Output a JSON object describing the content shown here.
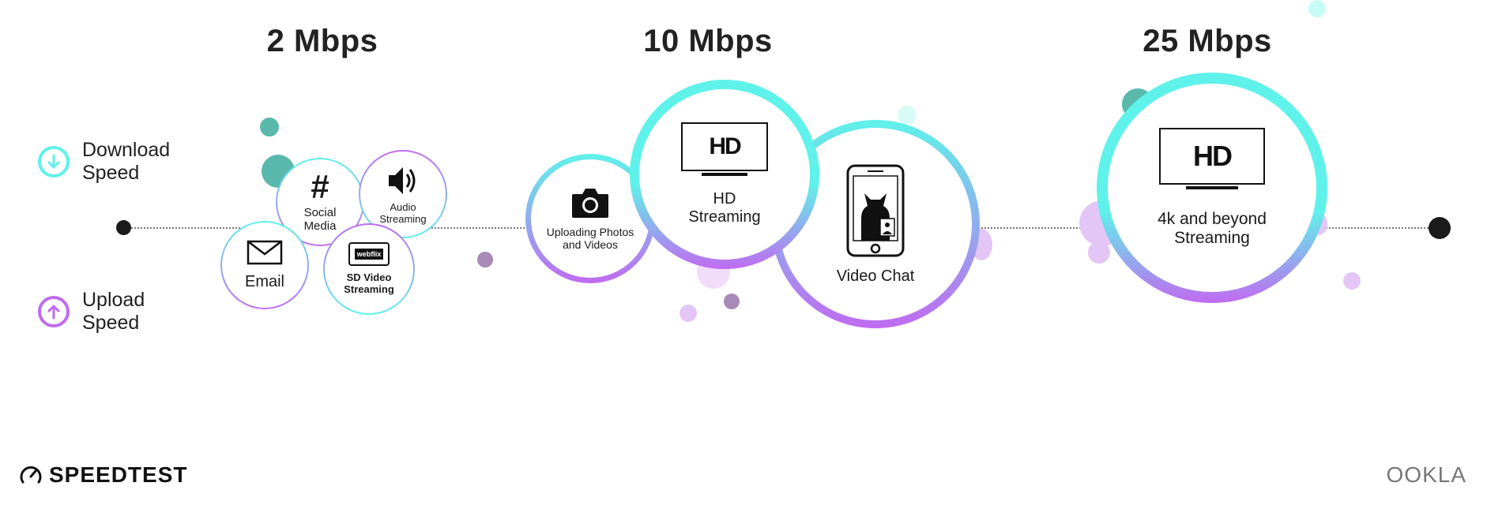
{
  "headings": {
    "tier1": "2 Mbps",
    "tier2": "10 Mbps",
    "tier3": "25 Mbps"
  },
  "legend": {
    "download": "Download\nSpeed",
    "download_line1": "Download",
    "download_line2": "Speed",
    "upload_line1": "Upload",
    "upload_line2": "Speed"
  },
  "activities": {
    "social_line1": "Social",
    "social_line2": "Media",
    "audio_line1": "Audio",
    "audio_line2": "Streaming",
    "email": "Email",
    "sd_line1": "SD Video",
    "sd_line2": "Streaming",
    "sd_brand": "webflix",
    "photos_line1": "Uploading Photos",
    "photos_line2": "and Videos",
    "hd_line1": "HD",
    "hd_line2": "Streaming",
    "hd_logo": "HD",
    "videochat": "Video Chat",
    "k4_line1": "4k and beyond",
    "k4_line2": "Streaming",
    "k4_logo": "HD"
  },
  "brand": {
    "speedtest": "SPEEDTEST",
    "ookla": "OOKLA"
  },
  "colors": {
    "download": "#5ff2ea",
    "upload": "#c06bf0",
    "dark": "#1a1a1a",
    "teal_dot": "#5ab8ac",
    "purple_dot": "#a78ab8",
    "light_purple": "#e3c6f5"
  }
}
